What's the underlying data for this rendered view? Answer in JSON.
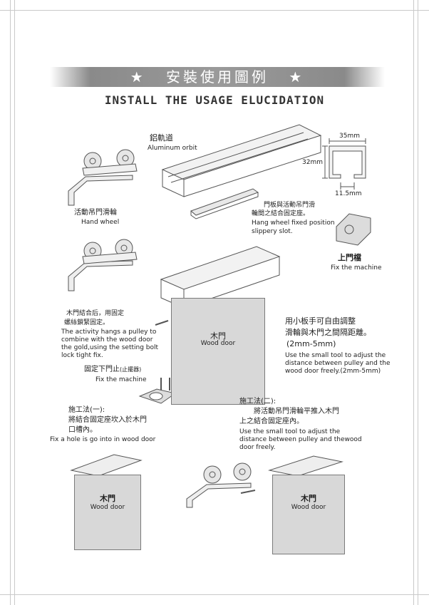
{
  "title": {
    "star_left": "★",
    "text": "安裝使用圖例",
    "star_right": "★"
  },
  "subtitle": "INSTALL THE USAGE ELUCIDATION",
  "labels": {
    "aluminum_zh": "鋁軌道",
    "aluminum_en": "Aluminum orbit",
    "dim_width": "35mm",
    "dim_height": "32mm",
    "dim_slot": "11.5mm",
    "hand_wheel_zh": "活動吊門滑輪",
    "hand_wheel_en": "Hand wheel",
    "fixed_slot_zh_1": "門板與活動吊門滑",
    "fixed_slot_zh_2": "輪間之結合固定座。",
    "fixed_slot_en_1": "Hang wheel fixed position",
    "fixed_slot_en_2": "slippery slot.",
    "top_stop_zh": "上門檔",
    "top_stop_en": "Fix the machine",
    "activity_zh_1": "木門結合后，用固定",
    "activity_zh_2": "螺絲鎖緊固定。",
    "activity_en_1": "The activity hangs a pulley to",
    "activity_en_2": "combine with the wood door",
    "activity_en_3": "the gold,using the setting bolt",
    "activity_en_4": "lock tight fix.",
    "wood_door_zh": "木門",
    "wood_door_en": "Wood door",
    "adjust_zh_1": "用小板手可自由調整",
    "adjust_zh_2": "滑輪與木門之間隔距離。",
    "adjust_range": "(2mm-5mm)",
    "adjust_en_1": "Use the  small tool to adjust the",
    "adjust_en_2": "distance between pulley and the",
    "adjust_en_3": "wood door freely.(2mm-5mm)",
    "bottom_stop_zh": "固定下門止",
    "bottom_stop_zh_small": "(止擺器)",
    "bottom_stop_en": "Fix the machine",
    "method1_zh_1": "施工法(一):",
    "method1_zh_2": "將結合固定座坎入於木門",
    "method1_zh_3": "口槽內。",
    "method1_en": "Fix a hole is go into in wood door",
    "method2_zh_1": "施工法(二):",
    "method2_zh_2": "將活動吊門滑輪平推入木門",
    "method2_zh_3": "上之結合固定座內。",
    "method2_en_1": "Use the small tool to adjust the",
    "method2_en_2": "distance between pulley and thewood",
    "method2_en_3": "door freely."
  },
  "colors": {
    "banner": "#8a8a8a",
    "door": "#d8d8d8",
    "line": "#555555"
  }
}
